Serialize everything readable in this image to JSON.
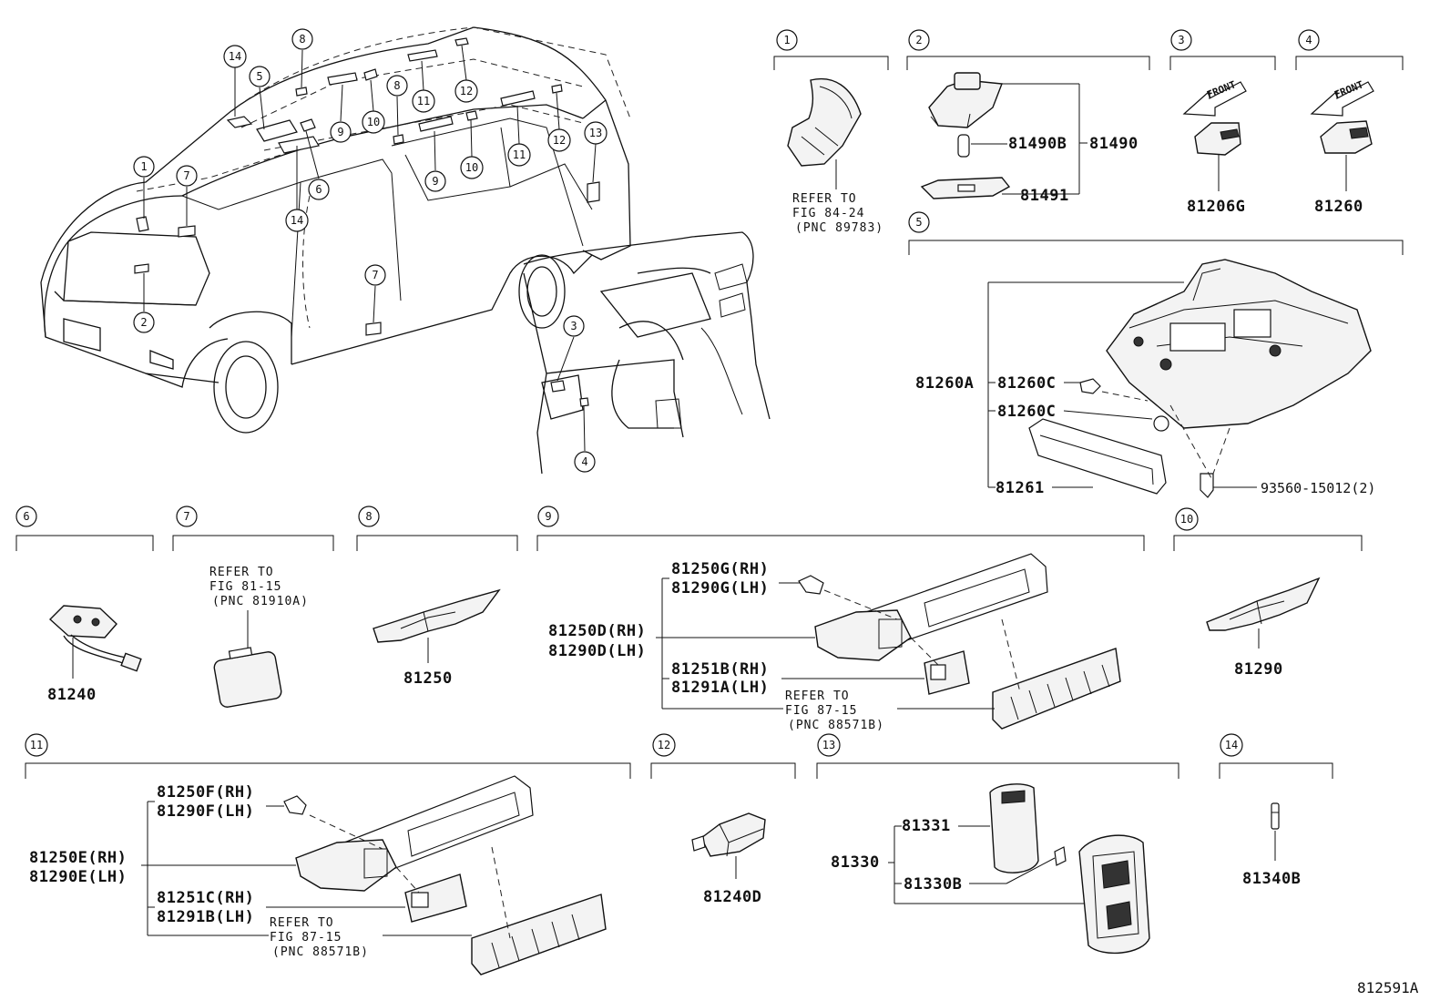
{
  "figure_code": "812591A",
  "callouts": [
    "1",
    "2",
    "3",
    "4",
    "5",
    "6",
    "7",
    "8",
    "9",
    "10",
    "11",
    "12",
    "13",
    "14"
  ],
  "refer_notes": {
    "note1": {
      "refer": "REFER TO",
      "fig": "FIG 84-24",
      "pnc": "(PNC 89783)"
    },
    "note7": {
      "refer": "REFER TO",
      "fig": "FIG 81-15",
      "pnc": "(PNC 81910A)"
    },
    "note9": {
      "refer": "REFER TO",
      "fig": "FIG 87-15",
      "pnc": "(PNC 88571B)"
    },
    "note11": {
      "refer": "REFER TO",
      "fig": "FIG 87-15",
      "pnc": "(PNC 88571B)"
    }
  },
  "front_label": "FRONT",
  "parts": {
    "p81490B": "81490B",
    "p81490": "81490",
    "p81491": "81491",
    "p81206G": "81206G",
    "p81260": "81260",
    "p81260A": "81260A",
    "p81260C_a": "81260C",
    "p81260C_b": "81260C",
    "p81261": "81261",
    "p93560": "93560-15012(2)",
    "p81240": "81240",
    "p81250": "81250",
    "p81250G": "81250G(RH)",
    "p81290G": "81290G(LH)",
    "p81250D": "81250D(RH)",
    "p81290D": "81290D(LH)",
    "p81251B": "81251B(RH)",
    "p81291A": "81291A(LH)",
    "p81290": "81290",
    "p81250F": "81250F(RH)",
    "p81290F": "81290F(LH)",
    "p81250E": "81250E(RH)",
    "p81290E": "81290E(LH)",
    "p81251C": "81251C(RH)",
    "p81291B": "81291B(LH)",
    "p81240D": "81240D",
    "p81331": "81331",
    "p81330": "81330",
    "p81330B": "81330B",
    "p81340B": "81340B"
  }
}
